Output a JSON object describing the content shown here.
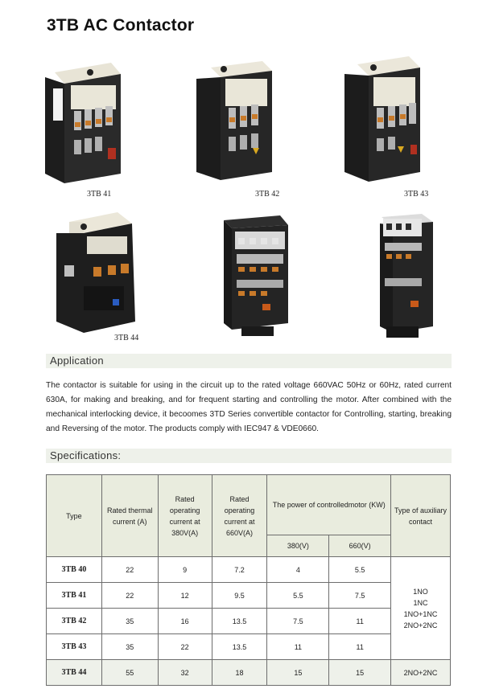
{
  "title": "3TB  AC  Contactor",
  "products": [
    {
      "label": "3TB 41"
    },
    {
      "label": "3TB 42"
    },
    {
      "label": "3TB 43"
    },
    {
      "label": "3TB 44"
    },
    {
      "label": ""
    },
    {
      "label": ""
    }
  ],
  "application": {
    "heading": "Application",
    "text": "The contactor is suitable for using in the circuit up to the rated voltage 660VAC 50Hz or 60Hz, rated current 630A, for making and breaking, and for frequent starting and controlling the motor. After combined with the mechanical interlocking device, it becoomes 3TD Series convertible contactor for Controlling, starting, breaking and Reversing of the motor. The products comply with IEC947 & VDE0660."
  },
  "specifications": {
    "heading": "Specifications:",
    "headers": {
      "type": "Type",
      "thermal": "Rated thermal current (A)",
      "op380": "Rated operating current at 380V(A)",
      "op660": "Rated operating current at 660V(A)",
      "power": "The power of controlledmotor (KW)",
      "power380": "380(V)",
      "power660": "660(V)",
      "aux": "Type of auxiliary contact"
    },
    "rows": [
      {
        "type": "3TB 40",
        "thermal": "22",
        "op380": "9",
        "op660": "7.2",
        "p380": "4",
        "p660": "5.5"
      },
      {
        "type": "3TB 41",
        "thermal": "22",
        "op380": "12",
        "op660": "9.5",
        "p380": "5.5",
        "p660": "7.5"
      },
      {
        "type": "3TB 42",
        "thermal": "35",
        "op380": "16",
        "op660": "13.5",
        "p380": "7.5",
        "p660": "11"
      },
      {
        "type": "3TB 43",
        "thermal": "35",
        "op380": "22",
        "op660": "13.5",
        "p380": "11",
        "p660": "11"
      },
      {
        "type": "3TB 44",
        "thermal": "55",
        "op380": "32",
        "op660": "18",
        "p380": "15",
        "p660": "15"
      }
    ],
    "aux_group": [
      "1NO",
      "1NC",
      "1NO+1NC",
      "2NO+2NC"
    ],
    "aux_last": "2NO+2NC"
  }
}
